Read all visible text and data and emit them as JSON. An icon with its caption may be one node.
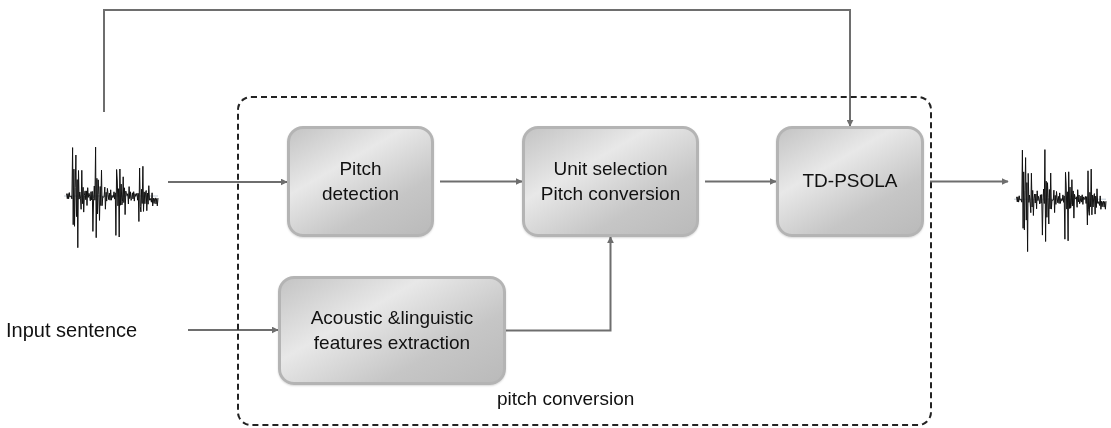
{
  "diagram": {
    "nodes": [
      {
        "text": [],
        "shape": "picture"
      },
      {
        "text": [
          "pitch conversion"
        ]
      },
      {
        "text": [
          "Pitch detection"
        ],
        "in": 1
      },
      {
        "text": [
          "Unit selection Pitch conversion"
        ],
        "in": 1
      },
      {
        "text": [
          "TD-PSOLA"
        ],
        "in": 1
      },
      {
        "text": [
          "Acoustic &linguistic features extraction"
        ],
        "in": 1
      },
      {
        "text": [],
        "shape": "picture"
      },
      {
        "text": [
          "Input sentence"
        ]
      }
    ],
    "edges": [
      {
        "from": 0,
        "to": 2,
        "arrow": "to"
      },
      {
        "from": 2,
        "to": 3,
        "arrow": "to"
      },
      {
        "from": 3,
        "to": 4,
        "arrow": "to"
      },
      {
        "from": 4,
        "to": 6,
        "arrow": "to"
      },
      {
        "from": 7,
        "to": 5,
        "arrow": "to"
      },
      {
        "from": 5,
        "to": 3,
        "arrow": "to"
      },
      {
        "from": 0,
        "to": 4,
        "arrow": "to"
      }
    ]
  }
}
